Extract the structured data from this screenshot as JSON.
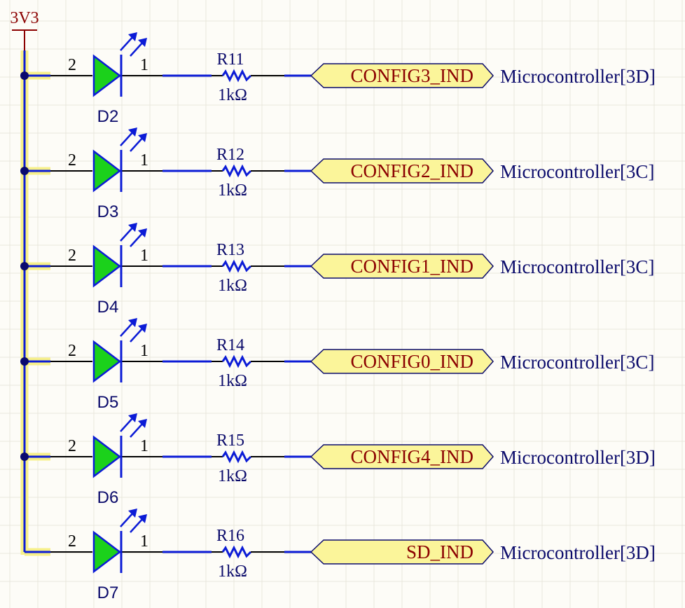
{
  "colors": {
    "background": "#fdfcf7",
    "grid": "#e9e7dc",
    "wire": "#0b1bd6",
    "pin": "#000000",
    "led_fill": "#1bd11b",
    "highlight": "#f7f08a",
    "net_label_fill": "#fbf59a",
    "net_label_text": "#8b0000",
    "power_text": "#8b0000",
    "text_dark": "#0b0b6b",
    "junction": "#0a0a6e"
  },
  "power_port": {
    "name": "3V3"
  },
  "rows": [
    {
      "led": "D2",
      "pin_anode": "2",
      "pin_cathode": "1",
      "resistor": "R11",
      "value": "1kΩ",
      "net": "CONFIG3_IND",
      "sheet_ref": "Microcontroller[3D]"
    },
    {
      "led": "D3",
      "pin_anode": "2",
      "pin_cathode": "1",
      "resistor": "R12",
      "value": "1kΩ",
      "net": "CONFIG2_IND",
      "sheet_ref": "Microcontroller[3C]"
    },
    {
      "led": "D4",
      "pin_anode": "2",
      "pin_cathode": "1",
      "resistor": "R13",
      "value": "1kΩ",
      "net": "CONFIG1_IND",
      "sheet_ref": "Microcontroller[3C]"
    },
    {
      "led": "D5",
      "pin_anode": "2",
      "pin_cathode": "1",
      "resistor": "R14",
      "value": "1kΩ",
      "net": "CONFIG0_IND",
      "sheet_ref": "Microcontroller[3C]"
    },
    {
      "led": "D6",
      "pin_anode": "2",
      "pin_cathode": "1",
      "resistor": "R15",
      "value": "1kΩ",
      "net": "CONFIG4_IND",
      "sheet_ref": "Microcontroller[3D]"
    },
    {
      "led": "D7",
      "pin_anode": "2",
      "pin_cathode": "1",
      "resistor": "R16",
      "value": "1kΩ",
      "net": "SD_IND",
      "sheet_ref": "Microcontroller[3D]"
    }
  ]
}
